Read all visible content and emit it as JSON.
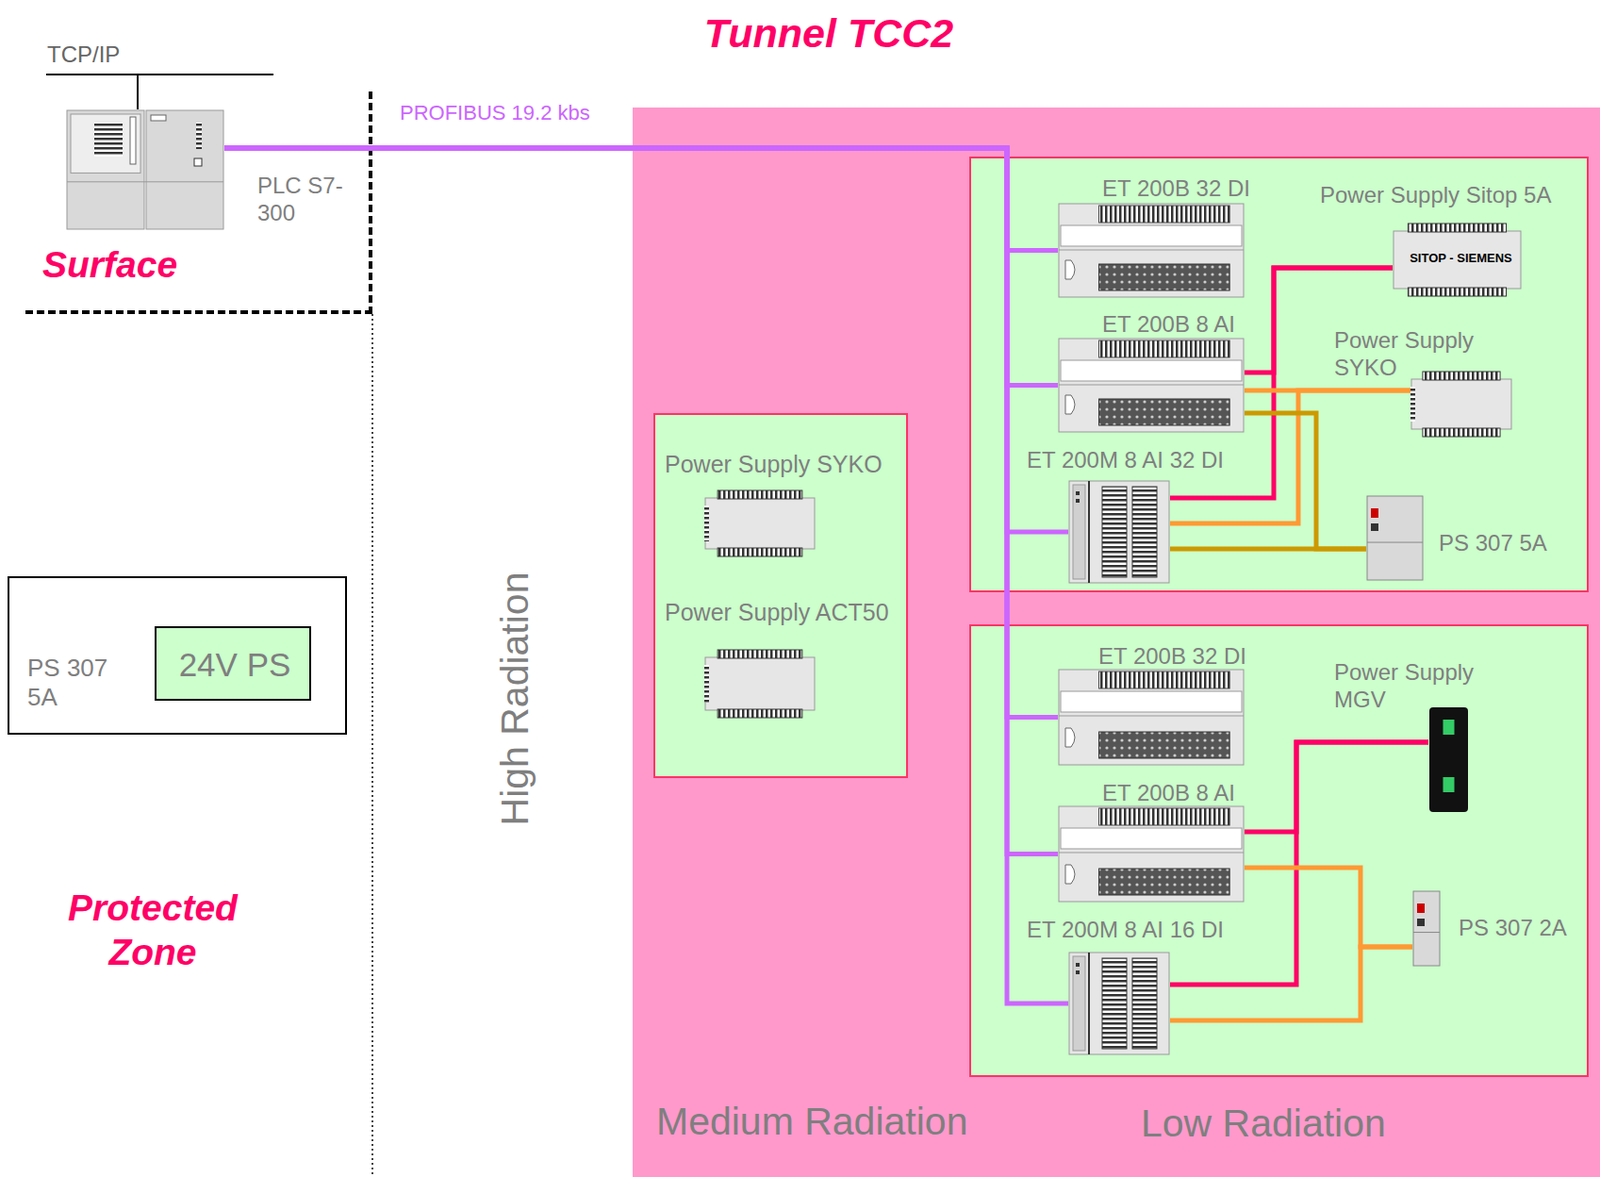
{
  "diagram": {
    "title": "Tunnel TCC2",
    "nodes": [
      {
        "text": [
          "Surface"
        ]
      },
      {
        "text": [
          "PLC S7-300"
        ],
        "in": 0
      },
      {
        "text": [
          "Medium Radiation",
          "Low Radiation"
        ]
      },
      {
        "text": [],
        "in": 2
      },
      {
        "text": [
          "Power Supply SYKO"
        ],
        "in": 3
      },
      {
        "text": [
          "Power Supply ACT50"
        ],
        "in": 3
      },
      {
        "text": [],
        "in": 2
      },
      {
        "text": [
          "ET 200B 32 DI"
        ],
        "in": 6
      },
      {
        "text": [
          "Power Supply Sitop 5A",
          "SITOP - SIEMENS"
        ],
        "in": 6
      },
      {
        "text": [
          "ET 200B 8 AI"
        ],
        "in": 6
      },
      {
        "text": [
          "Power Supply SYKO"
        ],
        "in": 6
      },
      {
        "text": [
          "ET 200M 8 AI 32 DI"
        ],
        "in": 6
      },
      {
        "text": [
          "PS 307 5A"
        ],
        "in": 6
      },
      {
        "text": [],
        "in": 2
      },
      {
        "text": [
          "ET 200B 32 DI"
        ],
        "in": 13
      },
      {
        "text": [
          "Power Supply MGV"
        ],
        "in": 13
      },
      {
        "text": [
          "ET 200B 8 AI"
        ],
        "in": 13
      },
      {
        "text": [
          "ET 200M 8 AI 16 DI"
        ],
        "in": 13
      },
      {
        "text": [
          "PS 307 2A"
        ],
        "in": 13
      },
      {
        "text": [
          "PS 307 5A"
        ]
      },
      {
        "text": [
          "24V PS"
        ],
        "in": 19
      }
    ],
    "edges": [
      {
        "from": 1,
        "to": 7,
        "arrow": "none"
      },
      {
        "from": 1,
        "to": 9,
        "arrow": "none"
      },
      {
        "from": 1,
        "to": 11,
        "arrow": "none"
      },
      {
        "from": 1,
        "to": 14,
        "arrow": "none"
      },
      {
        "from": 1,
        "to": 16,
        "arrow": "none"
      },
      {
        "from": 1,
        "to": 17,
        "arrow": "none"
      },
      {
        "from": 8,
        "to": 9,
        "arrow": "none"
      },
      {
        "from": 8,
        "to": 11,
        "arrow": "none"
      },
      {
        "from": 10,
        "to": 9,
        "arrow": "none"
      },
      {
        "from": 10,
        "to": 11,
        "arrow": "none"
      },
      {
        "from": 12,
        "to": 9,
        "arrow": "none"
      },
      {
        "from": 12,
        "to": 11,
        "arrow": "none"
      },
      {
        "from": 15,
        "to": 16,
        "arrow": "none"
      },
      {
        "from": 15,
        "to": 17,
        "arrow": "none"
      },
      {
        "from": 18,
        "to": 16,
        "arrow": "none"
      },
      {
        "from": 18,
        "to": 17,
        "arrow": "none"
      }
    ],
    "labels": [
      "TCP/IP",
      "PROFIBUS 19.2 kbs",
      "High Radiation",
      "Protected Zone"
    ]
  }
}
